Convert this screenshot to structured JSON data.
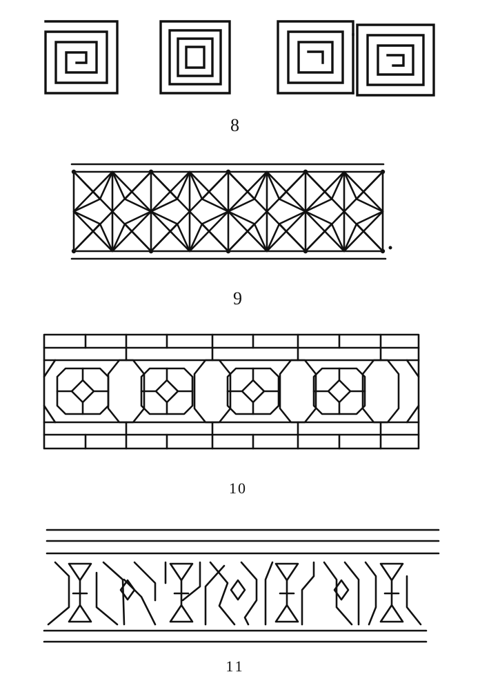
{
  "figures": [
    {
      "id": "fig-8",
      "label": "8",
      "pattern": "greek-key-spirals"
    },
    {
      "id": "fig-9",
      "label": "9",
      "pattern": "star-lattice-band"
    },
    {
      "id": "fig-10",
      "label": "10",
      "pattern": "octagon-diamond-band"
    },
    {
      "id": "fig-11",
      "label": "11",
      "pattern": "interlace-band-with-hourglass-motifs"
    }
  ],
  "labels": {
    "fig8": "8",
    "fig9": "9",
    "fig10": "10",
    "fig11": "11"
  },
  "colors": {
    "ink": "#111111",
    "paper": "#ffffff"
  }
}
